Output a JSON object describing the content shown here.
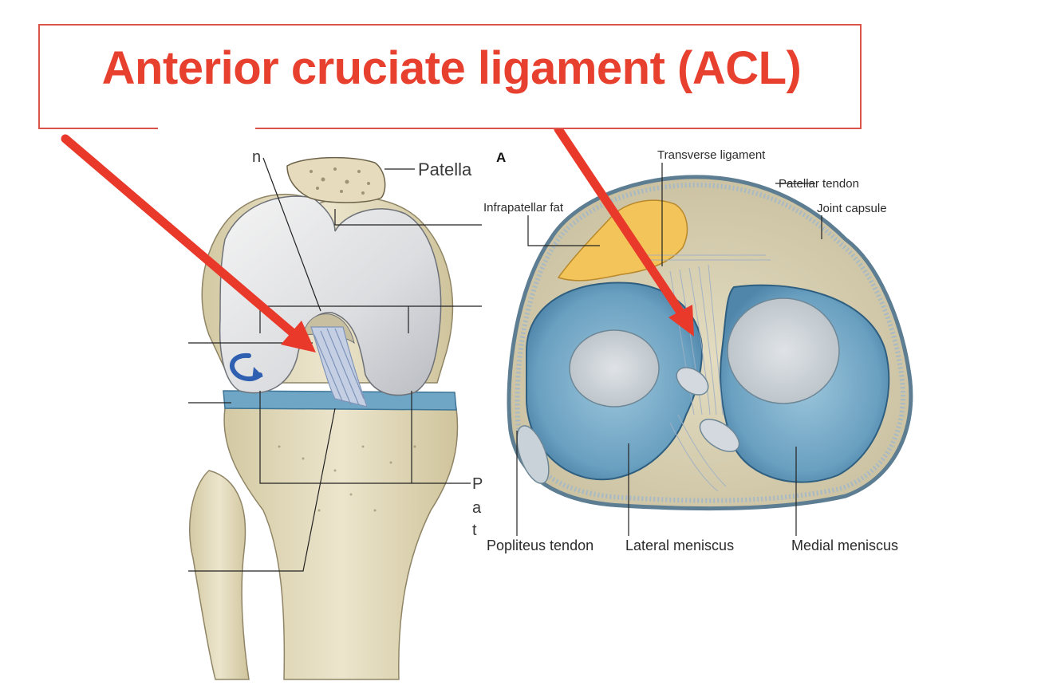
{
  "title": "Anterior cruciate ligament (ACL)",
  "panel_label": "A",
  "labels": {
    "patella": "Patella",
    "transverse_ligament": "Transverse ligament",
    "patellar_tendon": "Patellar tendon",
    "infrapatellar_fat": "Infrapatellar fat",
    "joint_capsule": "Joint capsule",
    "popliteus_tendon": "Popliteus tendon",
    "lateral_meniscus": "Lateral meniscus",
    "medial_meniscus": "Medial meniscus"
  },
  "partial_text": {
    "top_n": "n",
    "right_p": "P",
    "right_a": "a",
    "right_t": "t"
  },
  "colors": {
    "arrow": "#e8392b",
    "title": "#e8402f",
    "box_border": "#d9534a",
    "bone": "#e7e0c6",
    "cartilage": "#d8dadd",
    "meniscus": "#7fb0cc",
    "fat": "#f2c45a",
    "rotation_arrow": "#2f5fb0"
  }
}
